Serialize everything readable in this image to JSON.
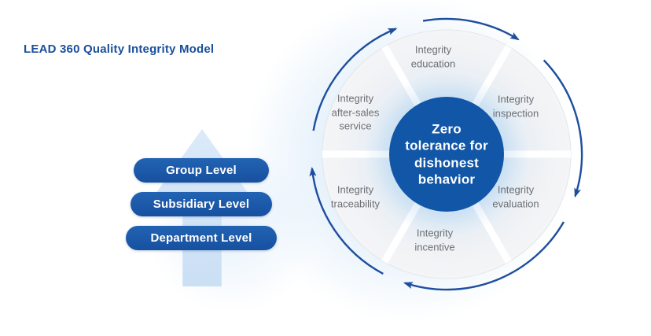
{
  "title": "LEAD 360 Quality Integrity Model",
  "levels": [
    {
      "label": "Group Level"
    },
    {
      "label": "Subsidiary Level"
    },
    {
      "label": "Department Level"
    }
  ],
  "wheel": {
    "center_label": "Zero\ntolerance for\ndishonest\nbehavior",
    "segments": [
      {
        "label": "Integrity\neducation"
      },
      {
        "label": "Integrity\ninspection"
      },
      {
        "label": "Integrity\nevaluation"
      },
      {
        "label": "Integrity\nincentive"
      },
      {
        "label": "Integrity\ntraceability"
      },
      {
        "label": "Integrity\nafter-sales\nservice"
      }
    ]
  },
  "colors": {
    "primary_blue": "#1156a7",
    "title_blue": "#1a4f9d",
    "arrow_stroke_blue": "#1d4e9e",
    "label_gray": "#6c6f73",
    "glow_blue": "#cfe3f6"
  }
}
